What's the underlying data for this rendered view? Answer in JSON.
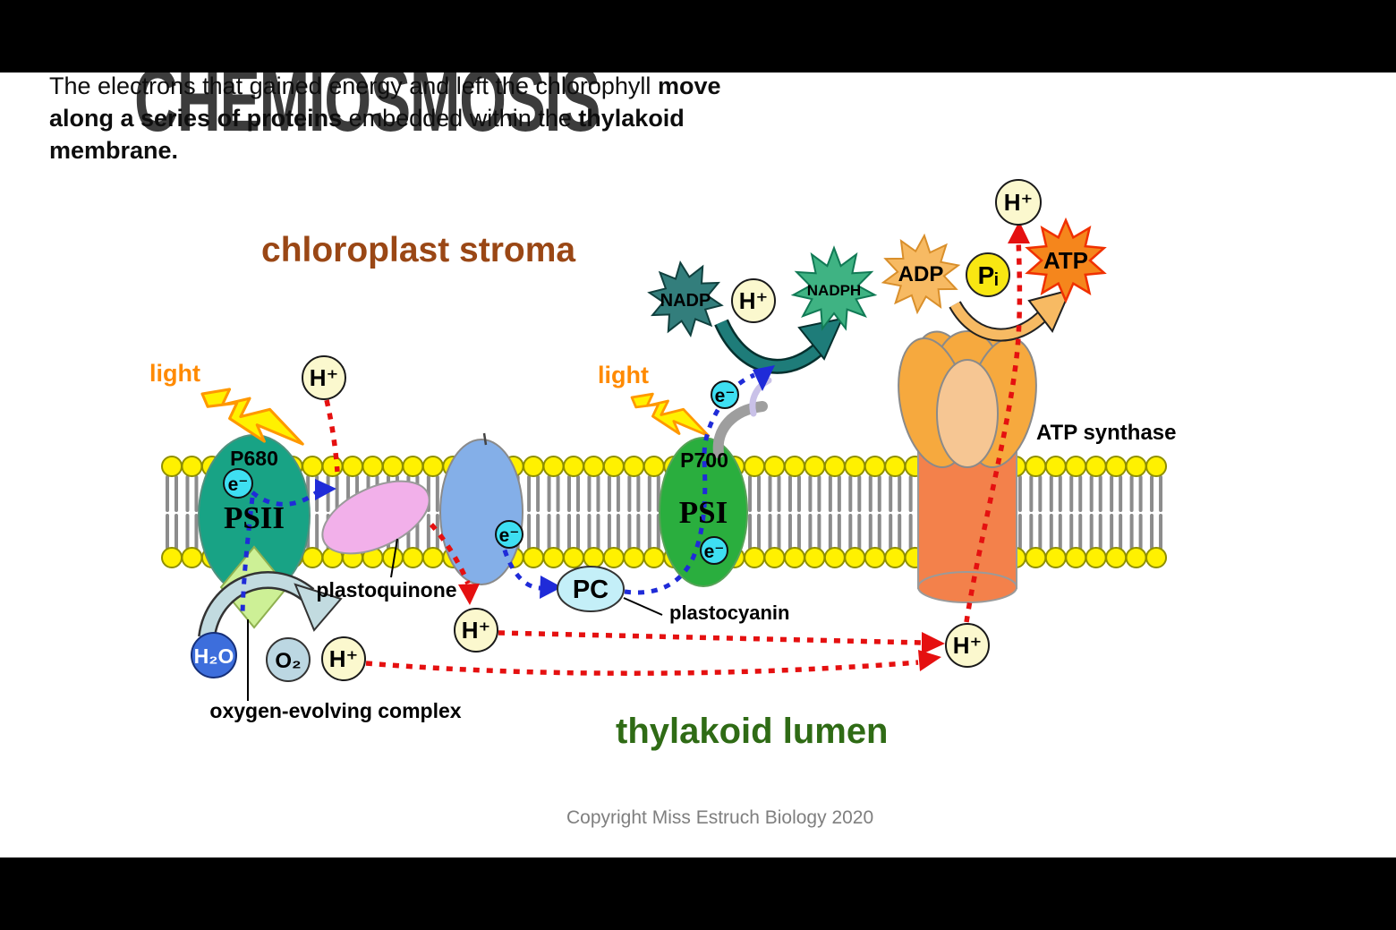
{
  "slide": {
    "title": "CHEMIOSMOSIS",
    "intro": {
      "part1": "The electrons that gained energy and left the chlorophyll ",
      "part2_bold": "move along a series of proteins",
      "part3": " embedded within the ",
      "part4_bold": "thylakoid membrane."
    },
    "copyright": "Copyright Miss Estruch Biology 2020"
  },
  "regions": {
    "stroma_label": "chloroplast stroma",
    "lumen_label": "thylakoid lumen"
  },
  "proteins": {
    "psii": "PSII",
    "p680": "P680",
    "psi": "PSI",
    "p700": "P700",
    "plastoquinone": "plastoquinone",
    "pc": "PC",
    "plastocyanin": "plastocyanin",
    "atp_synthase": "ATP synthase",
    "oec": "oxygen-evolving complex"
  },
  "molecules": {
    "proton": "H⁺",
    "electron": "e⁻",
    "water": "H₂O",
    "oxygen": "O₂",
    "nadp": "NADP",
    "nadph": "NADPH",
    "adp": "ADP",
    "atp": "ATP",
    "pi": "Pᵢ"
  },
  "annotations": {
    "light": "light"
  },
  "colors": {
    "background": "#FFFFFF",
    "letterbox": "#000000",
    "title_gray": "#3C3C3C",
    "stroma_brown": "#9A4715",
    "lumen_green": "#2F6B15",
    "copyright_gray": "#7F7F7F",
    "membrane_head_yellow": "#FFF100",
    "membrane_tail_gray": "#8C8C8C",
    "psii_green": "#18A385",
    "psi_green": "#2AAE3E",
    "plastoquinone_pink": "#F2B0EA",
    "cytochrome_blue": "#84AFE8",
    "pc_cyan": "#C4EFF8",
    "oec_green": "#CDF096",
    "atp_synthase_orange": "#F3814B",
    "atp_synthase_head_orange": "#F6A93E",
    "proton_pale_yellow": "#FBF8CE",
    "electron_cyan": "#3EDFF2",
    "water_blue": "#3D6EDC",
    "oxygen_pale_blue": "#BCD7E2",
    "nadp_teal": "#337E7C",
    "nadph_green": "#3FB383",
    "adp_light_orange": "#F7BA63",
    "atp_orange": "#F5861C",
    "pi_yellow": "#F8E712",
    "proton_path_red": "#E51010",
    "electron_path_blue": "#1F2BD8",
    "light_orange": "#FF8A00",
    "bolt_yellow": "#FFF100"
  }
}
